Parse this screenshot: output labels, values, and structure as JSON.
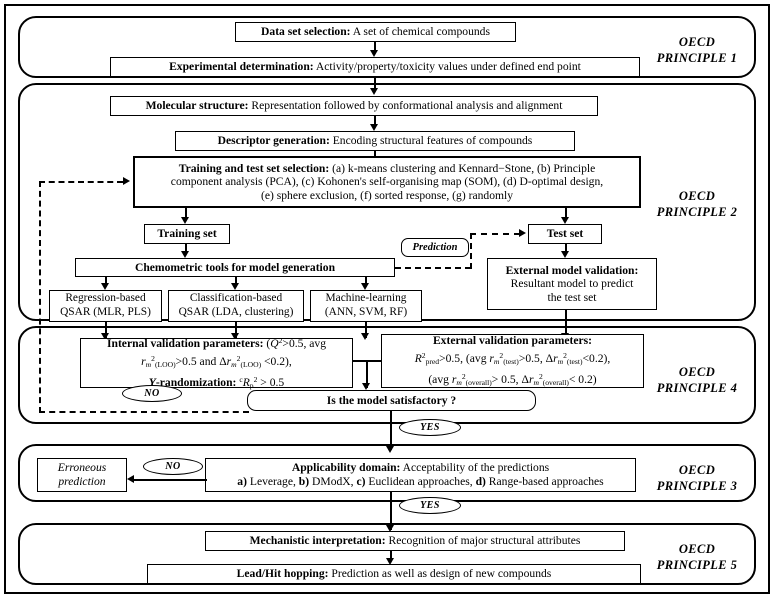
{
  "diagram": {
    "title": "OECD principles QSAR workflow flowchart",
    "sections": [
      {
        "id": "p1",
        "label": "OECD\nPRINCIPLE 1"
      },
      {
        "id": "p2",
        "label": "OECD\nPRINCIPLE 2"
      },
      {
        "id": "p4",
        "label": "OECD\nPRINCIPLE 4"
      },
      {
        "id": "p3",
        "label": "OECD\nPRINCIPLE 3"
      },
      {
        "id": "p5",
        "label": "OECD\nPRINCIPLE 5"
      }
    ]
  },
  "nodes": {
    "data_set_selection": {
      "bold": "Data set  selection:",
      "rest": " A set of chemical compounds"
    },
    "experimental_determination": {
      "bold": "Experimental determination:",
      "rest": " Activity/property/toxicity values under defined end point"
    },
    "molecular_structure": {
      "bold": "Molecular structure:",
      "rest": " Representation followed by conformational analysis and alignment"
    },
    "descriptor_generation": {
      "bold": "Descriptor generation:",
      "rest": " Encoding structural features of compounds"
    },
    "training_test_selection": {
      "line1_bold": "Training and test set selection:",
      "line1_rest": " (a) k-means clustering and Kennard−Stone, (b) Principle",
      "line2": "component analysis (PCA), (c) Kohonen's self-organising map (SOM), (d) D-optimal design,",
      "line3": "(e) sphere exclusion, (f) sorted response, (g) randomly"
    },
    "training_set": {
      "label": "Training set"
    },
    "test_set": {
      "label": "Test set"
    },
    "prediction_tag": {
      "label": "Prediction"
    },
    "chemometric_tools": {
      "label": "Chemometric tools for model generation"
    },
    "regression_based": {
      "line1": "Regression-based",
      "line2": "QSAR (MLR, PLS)"
    },
    "classification_based": {
      "line1": "Classification-based",
      "line2": "QSAR (LDA, clustering)"
    },
    "machine_learning": {
      "line1": "Machine-learning",
      "line2": "(ANN, SVM, RF)"
    },
    "external_model_validation": {
      "line1_bold": "External model validation:",
      "line2": "Resultant model to predict",
      "line3": "the test set"
    },
    "internal_validation": {
      "line1_bold": "Internal validation parameters:",
      "line1_rest": " (Q²>0.5, avg",
      "line2": "r_m²(LOO)>0.5 and Δr_m²(LOO) <0.2),",
      "line3_bold": "Y-randomization:",
      "line3_rest": " cRp² > 0.5"
    },
    "external_validation": {
      "line1_bold": "External validation parameters:",
      "line2": "R²pred>0.5, (avg r_m²(test)>0.5, Δr_m²(test)<0.2),",
      "line3": "(avg r_m²(overall)> 0.5, Δr_m²(overall)< 0.2)"
    },
    "is_model_satisfactory": {
      "label": "Is the model satisfactory ?"
    },
    "erroneous_prediction": {
      "line1": "Erroneous",
      "line2": "prediction"
    },
    "applicability_domain": {
      "line1_bold": "Applicability domain:",
      "line1_rest": "  Acceptability of the predictions",
      "line2": "a) Leverage, b) DModX, c) Euclidean approaches, d) Range-based approaches"
    },
    "mechanistic_interpretation": {
      "bold": "Mechanistic interpretation:",
      "rest": " Recognition of major structural attributes"
    },
    "lead_hit_hopping": {
      "bold": "Lead/Hit hopping:",
      "rest": "  Prediction as well as design of new compounds"
    }
  },
  "edge_labels": {
    "no_model": "NO",
    "yes_model": "YES",
    "no_domain": "NO",
    "yes_domain": "YES"
  },
  "colors": {
    "stroke": "#000000",
    "background": "#ffffff"
  }
}
